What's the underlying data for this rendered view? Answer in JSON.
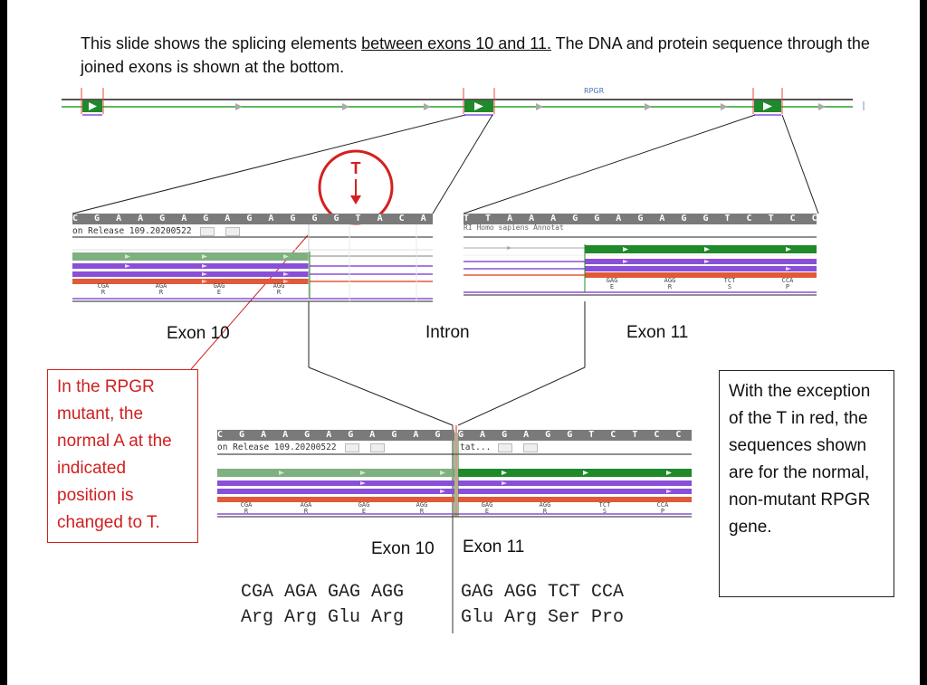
{
  "intro": {
    "part1": "This slide shows the splicing elements ",
    "underlined": "between exons 10 and 11.",
    "part2": " The DNA and protein sequence through the joined exons is shown at the bottom."
  },
  "gene_name": "RPGR",
  "mutation_letter": "T",
  "left_panel": {
    "sequence": "C G A A G A G A G A G G G T A C A A",
    "release": "on Release 109.20200522",
    "codons": [
      {
        "codon": "CGA",
        "aa": "R"
      },
      {
        "codon": "AGA",
        "aa": "R"
      },
      {
        "codon": "GAG",
        "aa": "E"
      },
      {
        "codon": "AGG",
        "aa": "R"
      }
    ]
  },
  "right_panel": {
    "sequence": "T T A A A G G A G A G G T C T C C A",
    "release": "RI Homo sapiens Annotat",
    "codons": [
      {
        "codon": "GAG",
        "aa": "E"
      },
      {
        "codon": "AGG",
        "aa": "R"
      },
      {
        "codon": "TCT",
        "aa": "S"
      },
      {
        "codon": "CCA",
        "aa": "P"
      }
    ]
  },
  "bottom_panel": {
    "sequence_left": "C G A A G A G A G A G G",
    "sequence_right": "G A G A G G T C T C C A",
    "release": "on Release 109.20200522",
    "release_right": "tat...",
    "codons": [
      {
        "codon": "CGA",
        "aa": "R"
      },
      {
        "codon": "AGA",
        "aa": "R"
      },
      {
        "codon": "GAG",
        "aa": "E"
      },
      {
        "codon": "AGG",
        "aa": "R"
      },
      {
        "codon": "GAG",
        "aa": "E"
      },
      {
        "codon": "AGG",
        "aa": "R"
      },
      {
        "codon": "TCT",
        "aa": "S"
      },
      {
        "codon": "CCA",
        "aa": "P"
      }
    ]
  },
  "labels": {
    "exon10": "Exon 10",
    "intron": "Intron",
    "exon11": "Exon 11",
    "exon10_bottom": "Exon 10",
    "exon11_bottom": "Exon 11"
  },
  "red_note": "In the RPGR mutant, the normal A at the indicated position is changed to T.",
  "black_note": "With the exception of the T in red, the sequences shown are for the normal, non-mutant RPGR gene.",
  "joined_sequence": {
    "dna_exon10": "CGA AGA GAG AGG",
    "dna_exon11": "GAG AGG TCT CCA",
    "protein_exon10": "Arg Arg Glu Arg",
    "protein_exon11": "Glu Arg Ser Pro"
  },
  "colors": {
    "mutation_red": "#d42020",
    "exon_green": "#1e8a2a",
    "track_green": "#5fb85f",
    "track_purple": "#8a4fd8",
    "track_red": "#e05a3a"
  }
}
